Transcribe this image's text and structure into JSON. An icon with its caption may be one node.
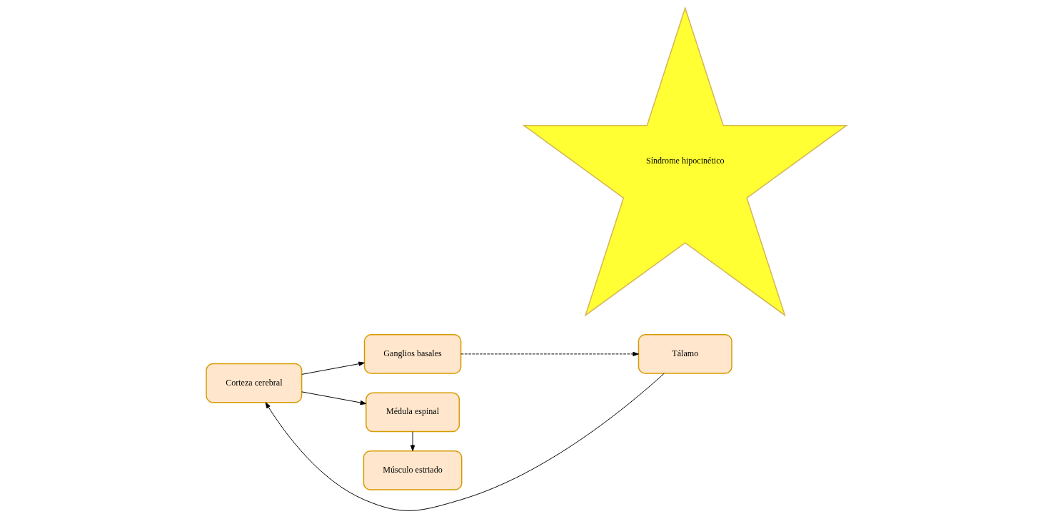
{
  "diagram": {
    "nodes": [
      {
        "text": [
          "Corteza cerebral"
        ]
      },
      {
        "text": [
          "Ganglios basales"
        ]
      },
      {
        "text": [
          "Tálamo"
        ]
      },
      {
        "text": [
          "Médula espinal"
        ]
      },
      {
        "text": [
          "Músculo estriado"
        ]
      },
      {
        "text": [
          "Síndrome hipocinético"
        ]
      }
    ],
    "edges": [
      {
        "from": 0,
        "to": 1,
        "arrow": "to"
      },
      {
        "from": 1,
        "to": 2,
        "arrow": "to",
        "style": "dashed"
      },
      {
        "from": 2,
        "to": 0,
        "arrow": "to"
      },
      {
        "from": 0,
        "to": 3,
        "arrow": "to"
      },
      {
        "from": 3,
        "to": 4,
        "arrow": "to"
      }
    ]
  }
}
